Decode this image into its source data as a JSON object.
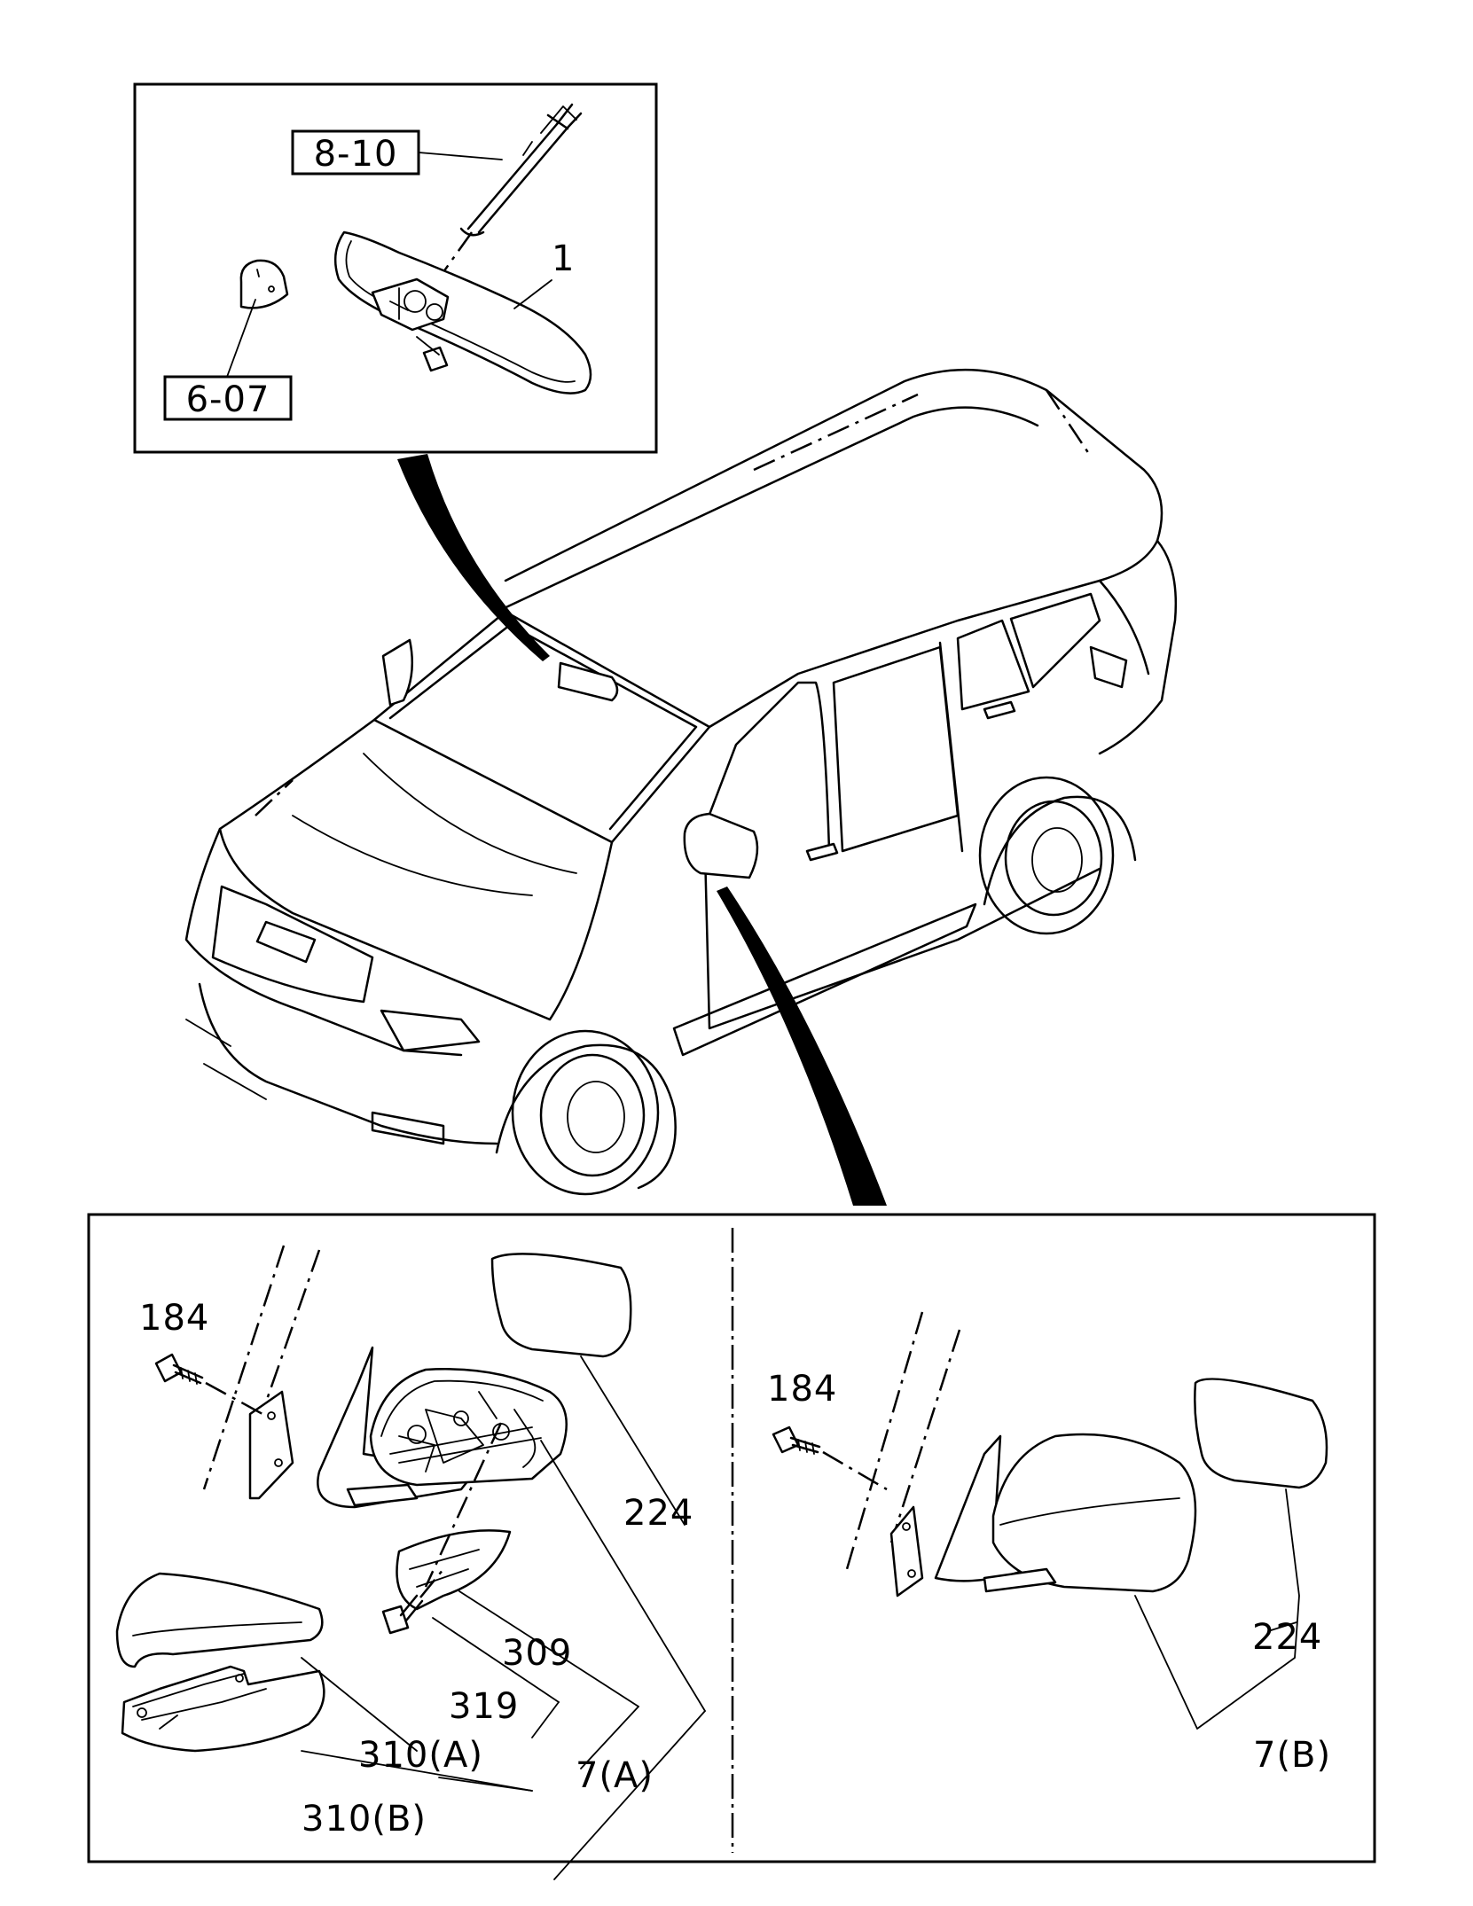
{
  "labels": {
    "ref_8_10": "8-10",
    "ref_6_07": "6-07",
    "part_1": "1",
    "left_184": "184",
    "left_224": "224",
    "left_309": "309",
    "left_319": "319",
    "left_310a": "310(A)",
    "left_310b": "310(B)",
    "left_7a": "7(A)",
    "right_184": "184",
    "right_224": "224",
    "right_7b": "7(B)"
  }
}
